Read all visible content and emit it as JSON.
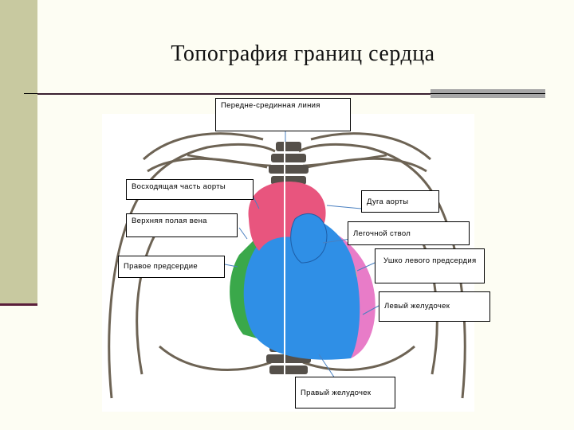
{
  "title": "Топография границ сердца",
  "labels": {
    "midline": "Передне-срединная линия",
    "ascending_aorta": "Восходящая часть аорты",
    "aortic_arch": "Дуга аорты",
    "svc": "Верхняя полая вена",
    "pulmonary_trunk": "Легочной ствол",
    "right_atrium": "Правое предсердие",
    "left_auricle": "Ушко левого предсердия",
    "left_ventricle": "Левый желудочек",
    "right_ventricle": "Правый желудочек"
  },
  "colors": {
    "aorta": "#e8557e",
    "right_ventricle": "#2f8fe6",
    "right_atrium": "#3aa84a",
    "left_auricle": "#f2e444",
    "left_ventricle": "#e87cc8",
    "skeleton": "#6d6354"
  }
}
